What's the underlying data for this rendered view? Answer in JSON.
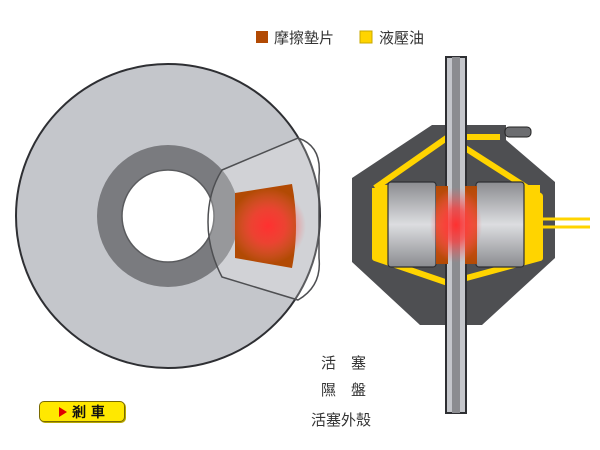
{
  "legend": {
    "items": [
      {
        "label": "摩擦墊片",
        "color": "#b24a04"
      },
      {
        "label": "液壓油",
        "color": "#ffd400"
      }
    ]
  },
  "labels": {
    "piston": "活　塞",
    "disc": "隰　盤",
    "caliper": "活塞外殼"
  },
  "brake_button": {
    "label": "剎 車",
    "icon": "play-triangle-icon"
  },
  "colors": {
    "disc_fill": "#c4c6cb",
    "hub": "#7a7b7f",
    "caliper_dark": "#4e4f52",
    "pad": "#b24a04",
    "hydraulic_oil": "#ffd400",
    "heat_glow": "#ff3a3a",
    "button": "#ffe800"
  }
}
